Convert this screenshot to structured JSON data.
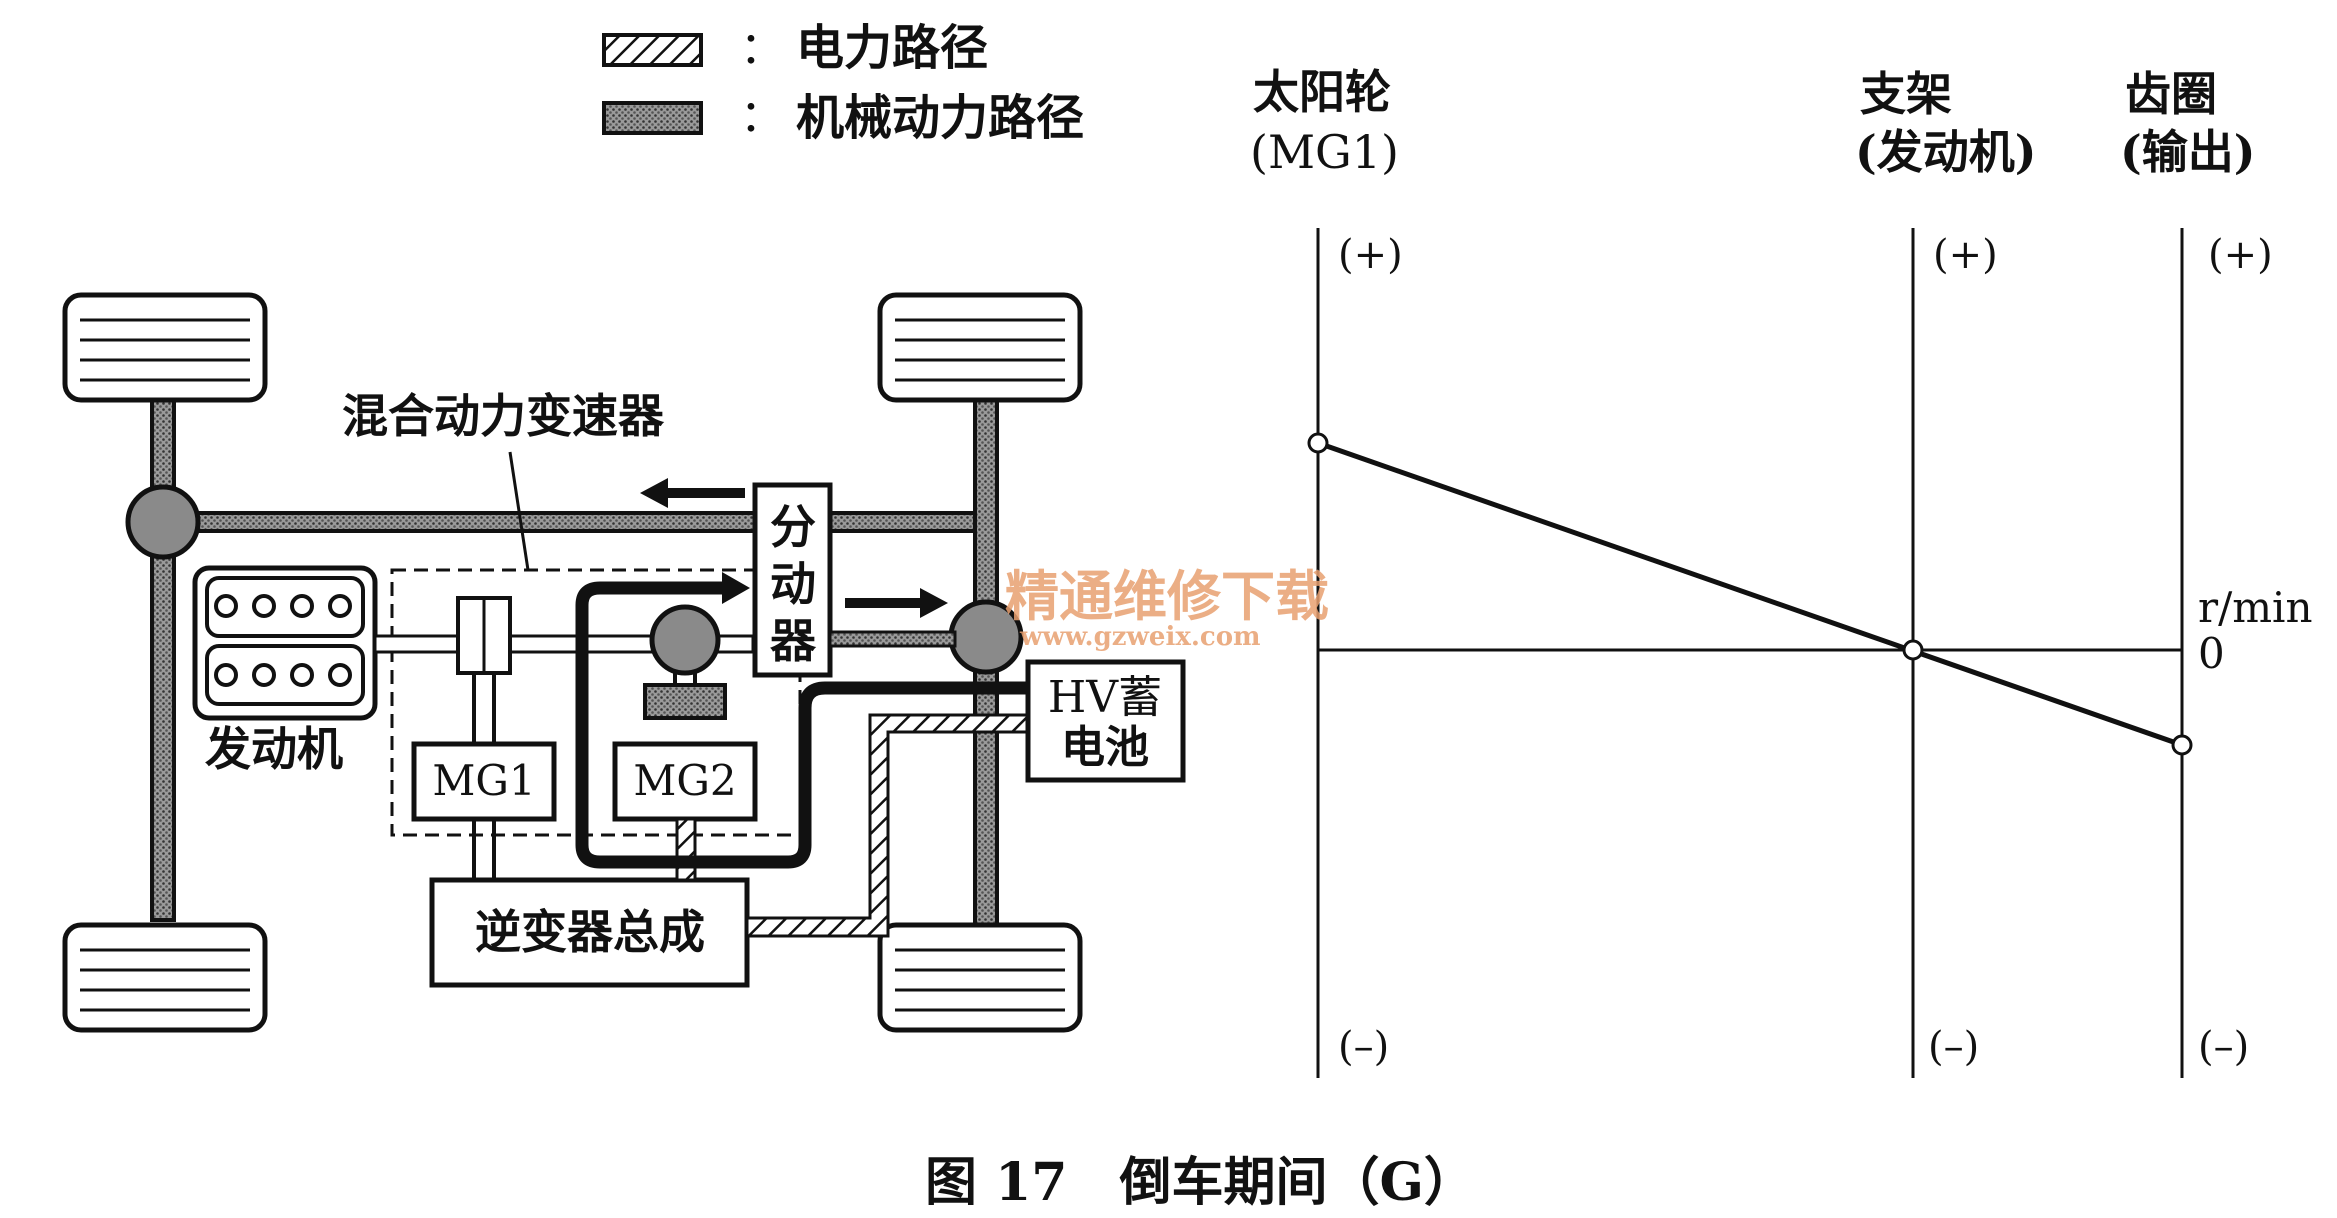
{
  "legend": {
    "electric_label": "电力路径",
    "mechanical_label": "机械动力路径",
    "separator": "："
  },
  "drivetrain": {
    "transmission_label": "混合动力变速器",
    "engine_label": "发动机",
    "mg1_label": "MG1",
    "mg2_label": "MG2",
    "transfer_label": [
      "分",
      "动",
      "器"
    ],
    "battery_label": [
      "HV蓄",
      "电池"
    ],
    "inverter_label": "逆变器总成"
  },
  "nomogram": {
    "columns": [
      {
        "title_lines": [
          "太阳轮",
          "(MG1)"
        ],
        "plus": "(+)",
        "minus": "(–)"
      },
      {
        "title_lines": [
          "支架",
          "(发动机)"
        ],
        "plus": "(+)",
        "minus": "(–)"
      },
      {
        "title_lines": [
          "齿圈",
          "(输出)"
        ],
        "plus": "(+)",
        "minus": "(–)"
      }
    ],
    "unit_label": "r/min",
    "zero_label": "0"
  },
  "watermark": {
    "text": "精通维修下载",
    "url": "www.gzweix.com"
  },
  "caption": "图 17　倒车期间（G）",
  "colors": {
    "ink": "#111111",
    "dot_fill": "#8a8a8a",
    "watermark": "#e8a070"
  }
}
